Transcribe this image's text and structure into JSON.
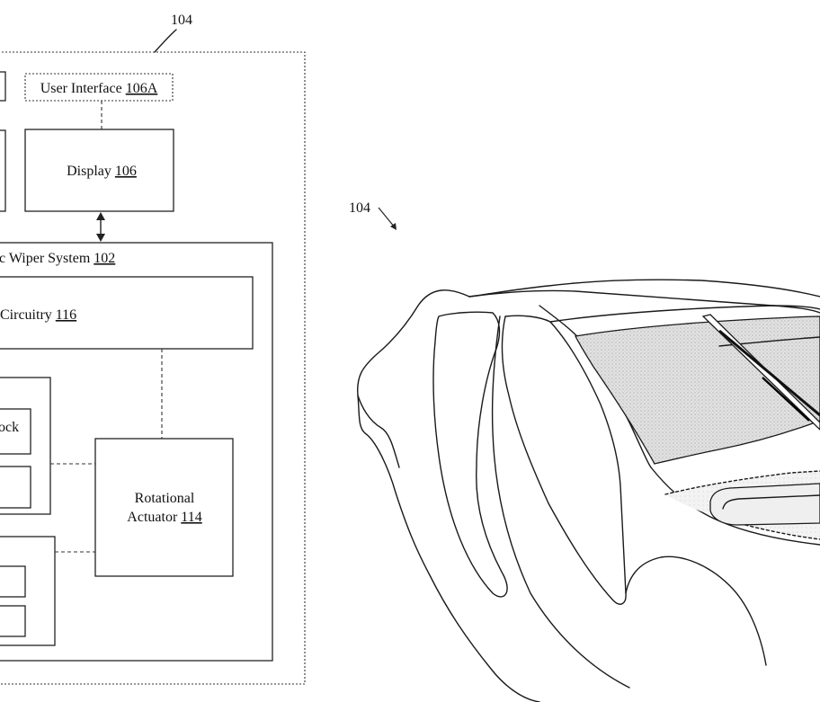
{
  "diagram": {
    "ref_top": "104",
    "user_interface": {
      "text": "User Interface ",
      "ref": "106A"
    },
    "display": {
      "text": "Display ",
      "ref": "106"
    },
    "wiper_system": {
      "text": "c Wiper System ",
      "ref": "102"
    },
    "circuitry": {
      "text": "Circuitry ",
      "ref": "116"
    },
    "lock_fragment": "ock",
    "rotational_actuator": {
      "line1": "Rotational",
      "line2": "Actuator ",
      "ref": "114"
    }
  },
  "vehicle": {
    "ref": "104"
  },
  "colors": {
    "line": "#1a1a1a",
    "glass": "#d0d0d0",
    "shadow": "#e6e6e6"
  }
}
